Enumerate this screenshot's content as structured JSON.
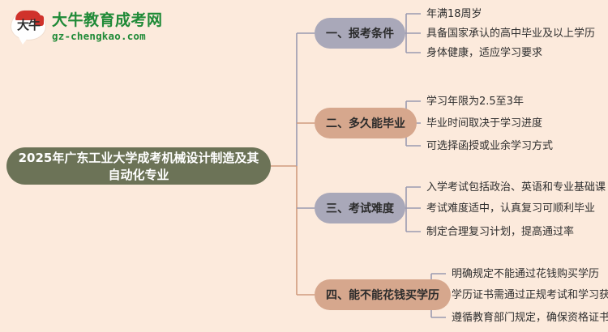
{
  "brand": {
    "logo_cn": "大牛",
    "name": "大牛教育成考网",
    "domain": "gz-chengkao.com",
    "green": "#1F8A37",
    "red": "#D0322B"
  },
  "colors": {
    "background": "#FCEADC",
    "root_node": "#6C7357",
    "branch_purple": "#A9A8B9",
    "branch_tan": "#D6A78D",
    "wire_purple": "#9A9AB0",
    "wire_tan": "#D09B7E",
    "text_dark": "#2e2e2e"
  },
  "mindmap": {
    "root": "2025年广东工业大学成考机械设计制造及其自动化专业",
    "branches": [
      {
        "label": "一、报考条件",
        "style": "purple",
        "leaves": [
          "年满18周岁",
          "具备国家承认的高中毕业及以上学历",
          "身体健康，适应学习要求"
        ]
      },
      {
        "label": "二、多久能毕业",
        "style": "tan",
        "leaves": [
          "学习年限为2.5至3年",
          "毕业时间取决于学习进度",
          "可选择函授或业余学习方式"
        ]
      },
      {
        "label": "三、考试难度",
        "style": "purple",
        "leaves": [
          "入学考试包括政治、英语和专业基础课",
          "考试难度适中，认真复习可顺利毕业",
          "制定合理复习计划，提高通过率"
        ]
      },
      {
        "label": "四、能不能花钱买学历",
        "style": "tan",
        "leaves": [
          "明确规定不能通过花钱购买学历",
          "学历证书需通过正规考试和学习获得",
          "遵循教育部门规定，确保资格证书有效性"
        ]
      }
    ]
  }
}
